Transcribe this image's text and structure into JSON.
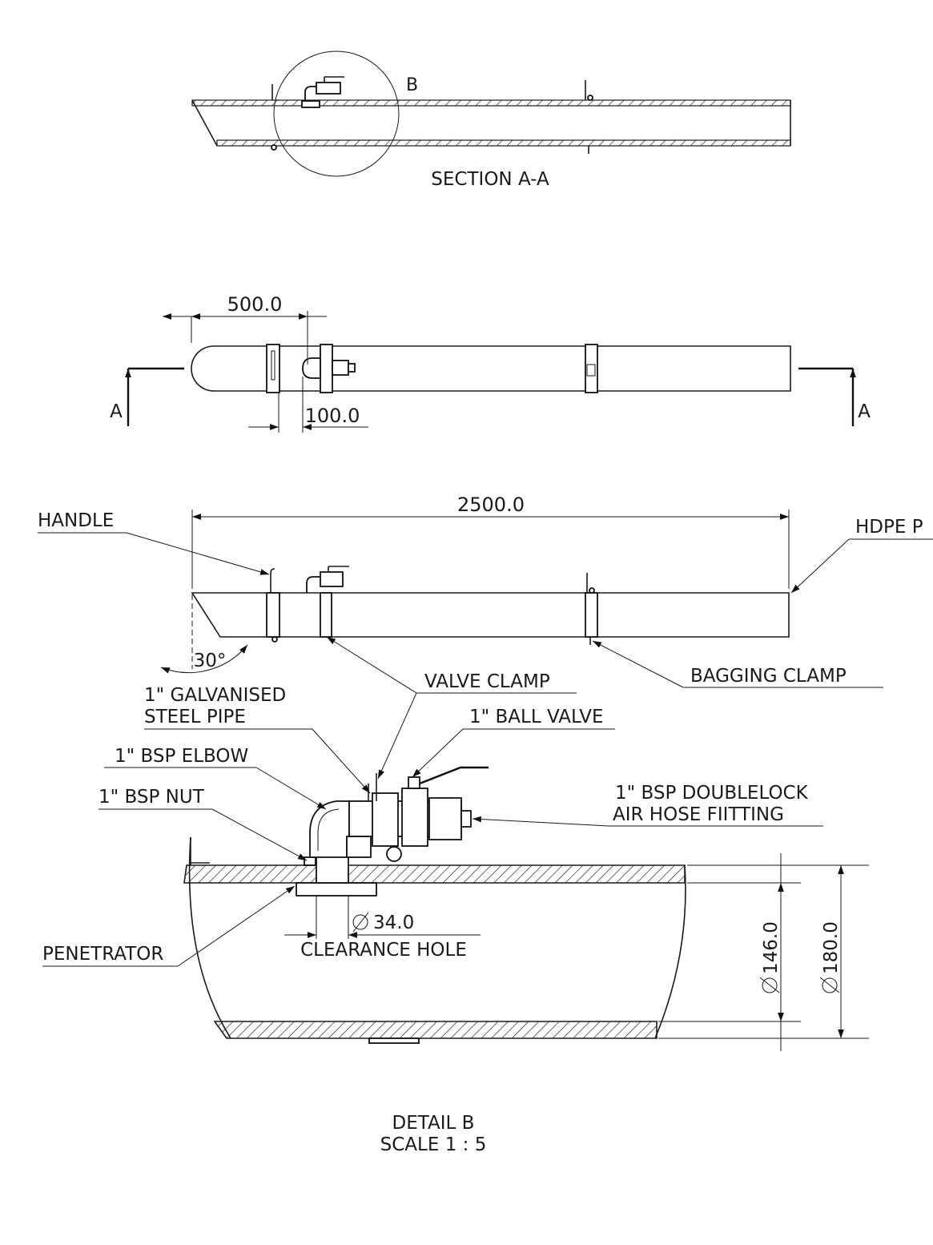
{
  "section_view": {
    "title": "SECTION A-A",
    "detail_marker": "B"
  },
  "plan_view": {
    "dim_handle_offset": "500.0",
    "dim_clamp_width": "100.0",
    "section_mark_left": "A",
    "section_mark_right": "A"
  },
  "elevation_view": {
    "dim_overall_length": "2500.0",
    "angle": "30°",
    "callouts": {
      "handle": "HANDLE",
      "pipe": "HDPE P",
      "valve_clamp": "VALVE CLAMP",
      "bagging_clamp": "BAGGING CLAMP"
    }
  },
  "detail_view": {
    "callouts": {
      "steel_pipe_line1": "1\" GALVANISED",
      "steel_pipe_line2": "STEEL PIPE",
      "ball_valve": "1\" BALL VALVE",
      "elbow": "1\" BSP ELBOW",
      "nut": "1\" BSP NUT",
      "fitting_line1": "1\" BSP DOUBLELOCK",
      "fitting_line2": "AIR HOSE FIITTING",
      "penetrator": "PENETRATOR"
    },
    "dim_hole": "34.0",
    "dim_hole_label": "CLEARANCE HOLE",
    "dim_inner": "146.0",
    "dim_outer": "180.0",
    "title": "DETAIL B",
    "scale": "SCALE 1 : 5"
  }
}
